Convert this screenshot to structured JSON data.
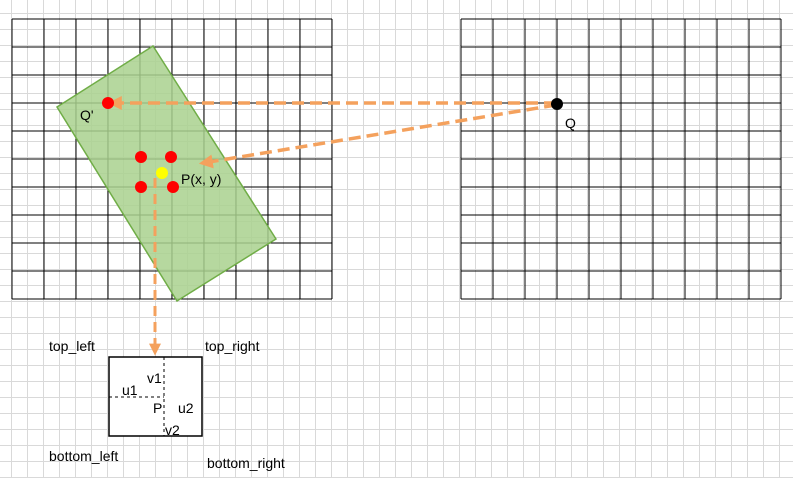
{
  "labels": {
    "q_prime": "Q'",
    "q": "Q",
    "p": "P(x, y)",
    "top_left": "top_left",
    "top_right": "top_right",
    "bottom_left": "bottom_left",
    "bottom_right": "bottom_right",
    "v1": "v1",
    "u1": "u1",
    "center_p": "P",
    "u2": "u2",
    "v2": "v2"
  },
  "colors": {
    "arrow": "#f4a15d",
    "rotated_rect_fill": "#a9d18e",
    "rotated_rect_stroke": "#70ad47",
    "neighbor_point": "#ff0000",
    "sample_point": "#ffff00",
    "source_point": "#000000"
  }
}
